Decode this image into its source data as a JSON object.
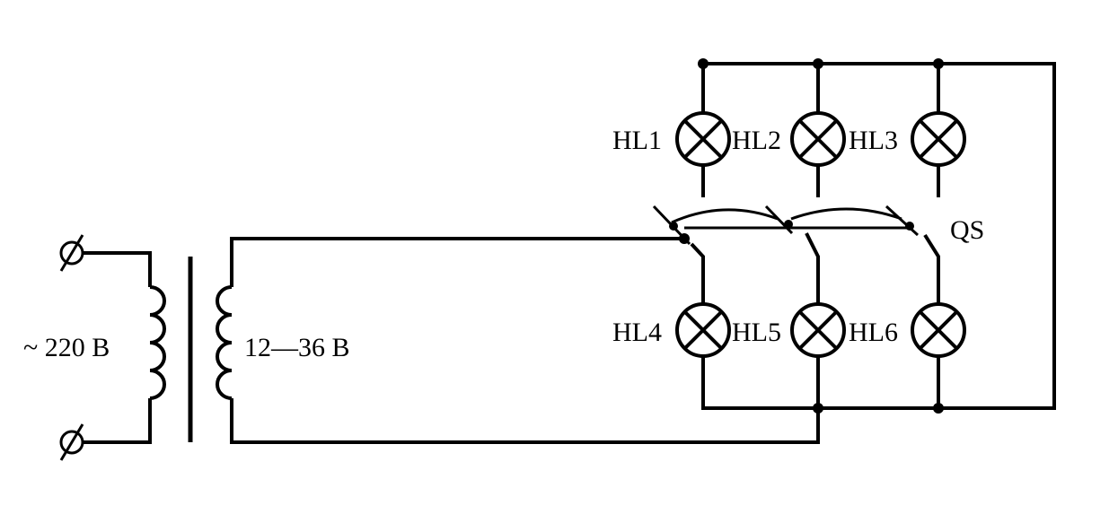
{
  "primary_voltage": "~ 220 B",
  "secondary_voltage": "12—36 B",
  "switch_label": "QS",
  "lamps": {
    "hl1": "HL1",
    "hl2": "HL2",
    "hl3": "HL3",
    "hl4": "HL4",
    "hl5": "HL5",
    "hl6": "HL6"
  }
}
